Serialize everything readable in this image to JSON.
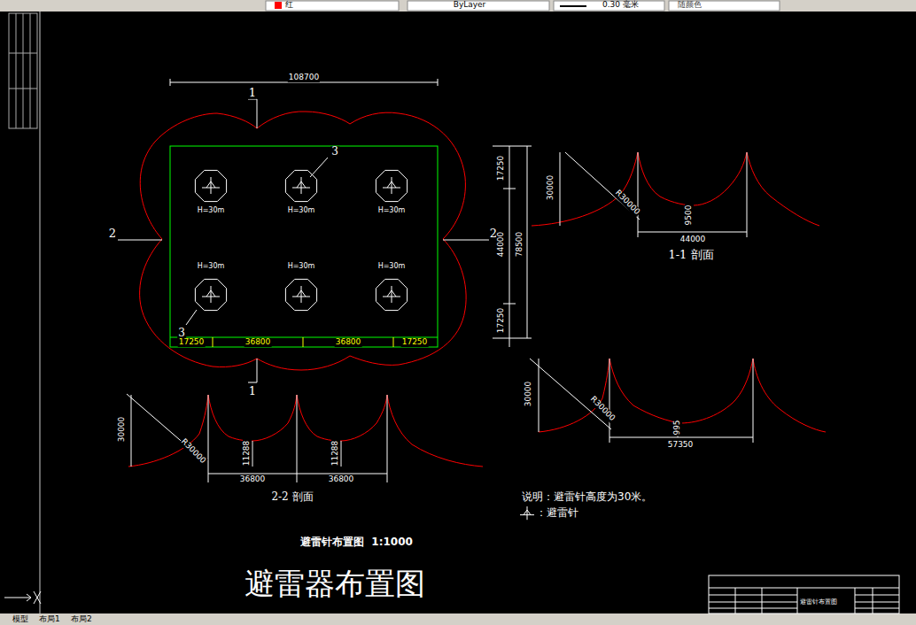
{
  "diagram": {
    "title": "避雷器布置图",
    "caption": "避雷针布置图  1:1000",
    "nodes": [
      {
        "text": [
          "H=30m"
        ]
      },
      {
        "text": [
          "H=30m"
        ]
      },
      {
        "text": [
          "H=30m"
        ]
      },
      {
        "text": [
          "H=30m"
        ]
      },
      {
        "text": [
          "H=30m"
        ]
      },
      {
        "text": [
          "H=30m"
        ]
      }
    ],
    "labels": [
      "红",
      "ByLayer",
      "0.30 毫米",
      "随颜色",
      "108700",
      "1",
      "3",
      "2",
      "2",
      "17250",
      "44000",
      "17250",
      "78500",
      "3",
      "17250",
      "36800",
      "36800",
      "17250",
      "1",
      "30000",
      "R30000",
      "9500",
      "44000",
      "1-1 剖面",
      "30000",
      "R30000",
      "995",
      "57350",
      "30000",
      "R30000",
      "11288",
      "11288",
      "36800",
      "36800",
      "2-2 剖面",
      "说明：避雷针高度为30米。",
      "避雷针布置图",
      "模型",
      "布局1",
      "布局2"
    ],
    "legend": [
      {
        "text": "：避雷针"
      }
    ]
  }
}
